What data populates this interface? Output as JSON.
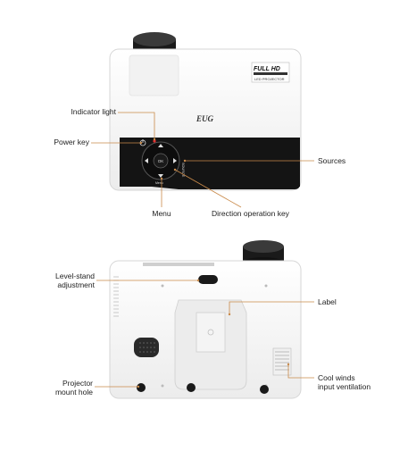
{
  "top_view": {
    "badge_line1": "FULL HD",
    "badge_line2": "LED PROJECTOR",
    "brand": "EUG",
    "panel_labels": {
      "ok": "OK",
      "source": "SOURCE",
      "menu": "Menu"
    },
    "callouts": {
      "indicator_light": "Indicator light",
      "power_key": "Power key",
      "sources": "Sources",
      "menu": "Menu",
      "direction_key": "Direction operation key"
    }
  },
  "bottom_view": {
    "callouts": {
      "level_stand_1": "Level-stand",
      "level_stand_2": "adjustment",
      "label": "Label",
      "mount_hole_1": "Projector",
      "mount_hole_2": "mount hole",
      "cool_winds_1": "Cool winds",
      "cool_winds_2": "input ventilation"
    }
  },
  "colors": {
    "accent_line": "#c98a4a",
    "panel_black": "#141414",
    "body_white": "#f6f6f6"
  }
}
